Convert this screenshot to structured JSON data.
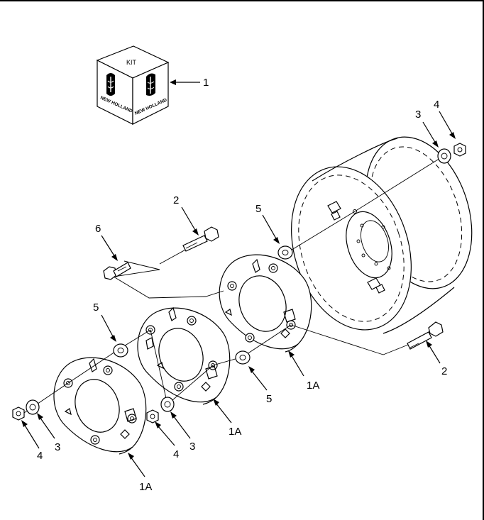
{
  "kit_box": {
    "label": "KIT",
    "brand_left": "NEW HOLLAND",
    "brand_right": "NEW HOLLAND"
  },
  "callouts": {
    "kit": "1",
    "bolt_upper": "2",
    "bolt_lower": "2",
    "washer_top": "3",
    "nut_top": "4",
    "washer_right": "5",
    "bolt_6": "6",
    "washer_mid_left": "5",
    "washer_mid_lower": "5",
    "weight_back": "1A",
    "weight_middle": "1A",
    "weight_front": "1A",
    "nut_front": "4",
    "washer_front": "3",
    "nut_mid": "4",
    "washer_mid": "3"
  }
}
